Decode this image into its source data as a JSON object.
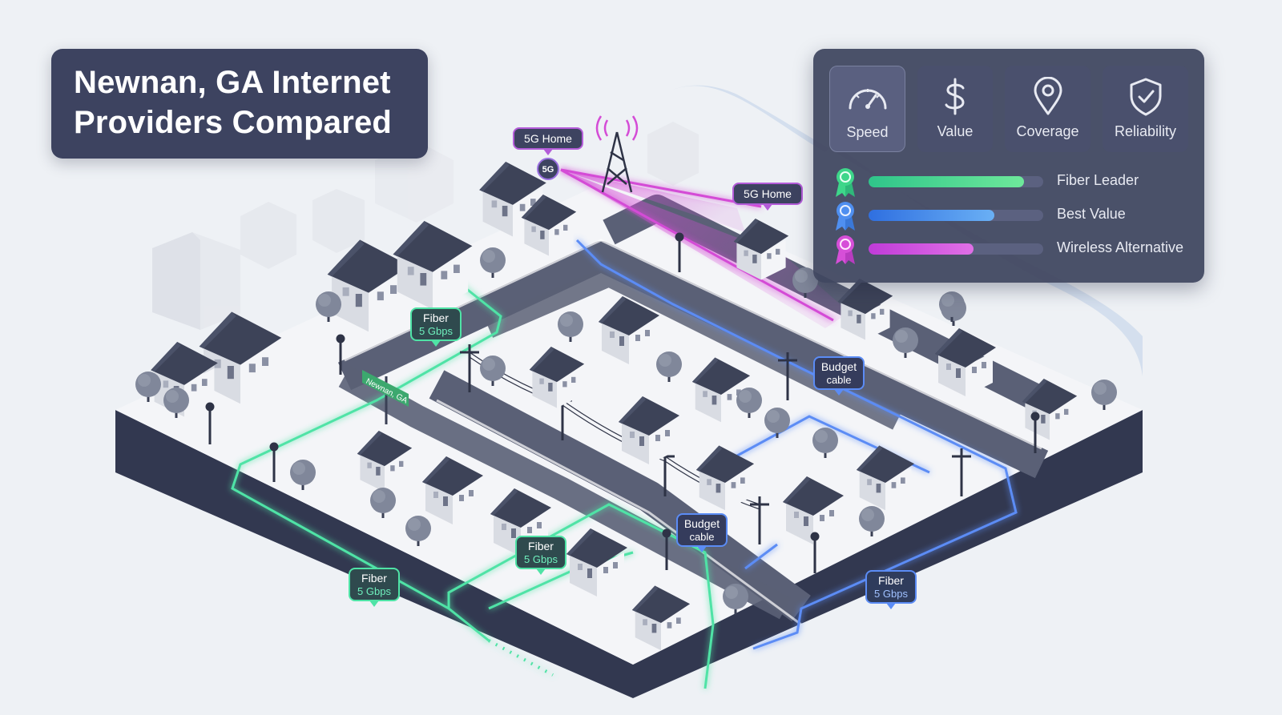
{
  "header": {
    "title_line1": "Newnan, GA Internet",
    "title_line2": "Providers Compared"
  },
  "criteria": [
    {
      "label": "Speed",
      "icon": "speedometer-icon",
      "active": true
    },
    {
      "label": "Value",
      "icon": "dollar-icon",
      "active": false
    },
    {
      "label": "Coverage",
      "icon": "location-pin-icon",
      "active": false
    },
    {
      "label": "Reliability",
      "icon": "shield-check-icon",
      "active": false
    }
  ],
  "ratings": [
    {
      "label": "Fiber Leader",
      "score": 0.89,
      "color_start": "#2fc58a",
      "color_end": "#6ee89b",
      "ribbon_color": "#3ed68a",
      "icon": "award-ribbon-icon"
    },
    {
      "label": "Best Value",
      "score": 0.72,
      "color_start": "#2f6fe0",
      "color_end": "#6ab0f5",
      "ribbon_color": "#4f8ff0",
      "icon": "award-ribbon-icon"
    },
    {
      "label": "Wireless Alternative",
      "score": 0.6,
      "color_start": "#c03bd8",
      "color_end": "#e070e6",
      "ribbon_color": "#d64fd8",
      "icon": "award-ribbon-icon"
    }
  ],
  "map": {
    "street_sign": "Newnan, GA",
    "tower_label": "5G",
    "callouts": [
      {
        "id": "fiber-tag-1",
        "line1": "Fiber",
        "line2": "5 Gbps",
        "type": "fiber"
      },
      {
        "id": "fiber-tag-2",
        "line1": "Fiber",
        "line2": "5 Gbps",
        "type": "fiber"
      },
      {
        "id": "fiber-tag-3",
        "line1": "Fiber",
        "line2": "5 Gbps",
        "type": "fiber"
      },
      {
        "id": "fiber-tag-4",
        "line1": "Fiber",
        "line2": "5 Gbps",
        "type": "fiber-blue"
      },
      {
        "id": "cable-tag-1",
        "line1": "Budget",
        "line2": "cable",
        "type": "cable"
      },
      {
        "id": "cable-tag-2",
        "line1": "Budget",
        "line2": "cable",
        "type": "cable"
      },
      {
        "id": "5g-tag-1",
        "line1": "5G Home",
        "line2": "",
        "type": "5g"
      },
      {
        "id": "5g-tag-2",
        "line1": "5G Home",
        "line2": "",
        "type": "5g"
      }
    ]
  },
  "colors": {
    "fiber": "#4fe3a6",
    "cable": "#5b8cf5",
    "wireless": "#d44cd6",
    "panel": "#404660",
    "roof": "#3d4358",
    "wall": "#f2f3f6"
  }
}
